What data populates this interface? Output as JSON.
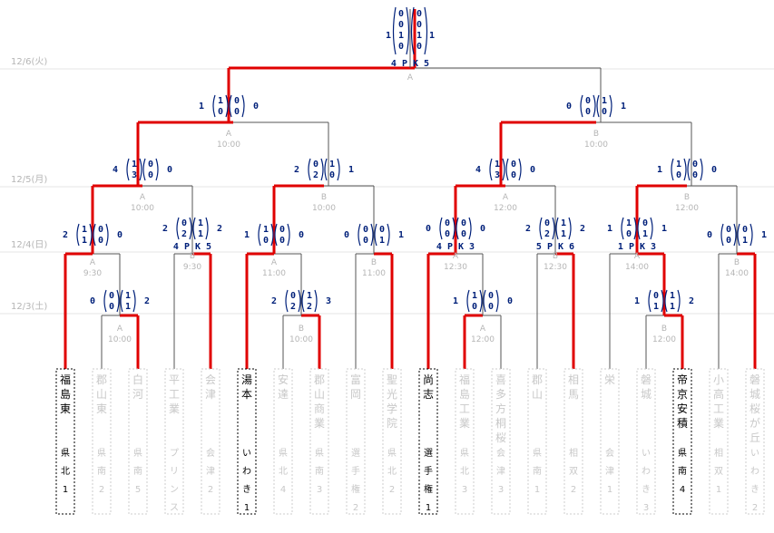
{
  "dates": [
    "12/6(火)",
    "12/5(月)",
    "12/4(日)",
    "12/3(土)"
  ],
  "teams": [
    {
      "name": "福島東",
      "region": "県北1",
      "win": true
    },
    {
      "name": "郡山東",
      "region": "県南2",
      "win": false
    },
    {
      "name": "白河",
      "region": "県南5",
      "win": false
    },
    {
      "name": "平工業",
      "region": "プリンス",
      "win": false
    },
    {
      "name": "会津",
      "region": "会津2",
      "win": false
    },
    {
      "name": "湯本",
      "region": "いわき1",
      "win": true
    },
    {
      "name": "安達",
      "region": "県北4",
      "win": false
    },
    {
      "name": "郡山商業",
      "region": "県南3",
      "win": false
    },
    {
      "name": "富岡",
      "region": "選手権2",
      "win": false
    },
    {
      "name": "聖光学院",
      "region": "県北2",
      "win": false
    },
    {
      "name": "尚志",
      "region": "選手権1",
      "win": true
    },
    {
      "name": "福島工業",
      "region": "県北3",
      "win": false
    },
    {
      "name": "喜多方桐桜",
      "region": "会津3",
      "win": false
    },
    {
      "name": "郡山",
      "region": "県南1",
      "win": false
    },
    {
      "name": "相馬",
      "region": "相双2",
      "win": false
    },
    {
      "name": "栄",
      "region": "会津1",
      "win": false
    },
    {
      "name": "磐城",
      "region": "いわき3",
      "win": false
    },
    {
      "name": "帝京安積",
      "region": "県南4",
      "win": true
    },
    {
      "name": "小高工業",
      "region": "相双1",
      "win": false
    },
    {
      "name": "磐城桜が丘",
      "region": "いわき2",
      "win": false
    }
  ],
  "matches": [
    {
      "id": "r1a",
      "venue": "10:00",
      "lt": "0",
      "lb": "0",
      "rt": "1",
      "rb": "1",
      "ls": "0",
      "rs": "2",
      "pk": ""
    },
    {
      "id": "r1b",
      "venue": "10:00",
      "lt": "0",
      "lb": "2",
      "rt": "1",
      "rb": "2",
      "ls": "2",
      "rs": "3",
      "pk": ""
    },
    {
      "id": "r1c",
      "venue": "12:00",
      "lt": "1",
      "lb": "0",
      "rt": "0",
      "rb": "0",
      "ls": "1",
      "rs": "0",
      "pk": ""
    },
    {
      "id": "r1d",
      "venue": "12:00",
      "lt": "0",
      "lb": "1",
      "rt": "1",
      "rb": "1",
      "ls": "1",
      "rs": "2",
      "pk": ""
    },
    {
      "id": "r2a",
      "venue": "9:30",
      "lt": "1",
      "lb": "1",
      "rt": "0",
      "rb": "0",
      "ls": "2",
      "rs": "0",
      "pk": ""
    },
    {
      "id": "r2b",
      "venue": "9:30",
      "lt": "0",
      "lb": "2",
      "rt": "1",
      "rb": "1",
      "ls": "2",
      "rs": "2",
      "pk": "4 P K 5"
    },
    {
      "id": "r2c",
      "venue": "11:00",
      "lt": "1",
      "lb": "0",
      "rt": "0",
      "rb": "0",
      "ls": "1",
      "rs": "0",
      "pk": ""
    },
    {
      "id": "r2d",
      "venue": "11:00",
      "lt": "0",
      "lb": "0",
      "rt": "0",
      "rb": "1",
      "ls": "0",
      "rs": "1",
      "pk": ""
    },
    {
      "id": "r2e",
      "venue": "12:30",
      "lt": "0",
      "lb": "0",
      "rt": "0",
      "rb": "0",
      "ls": "0",
      "rs": "0",
      "pk": "4 P K 3"
    },
    {
      "id": "r2f",
      "venue": "12:30",
      "lt": "0",
      "lb": "2",
      "rt": "1",
      "rb": "1",
      "ls": "2",
      "rs": "2",
      "pk": "5 P K 6"
    },
    {
      "id": "r2g",
      "venue": "14:00",
      "lt": "1",
      "lb": "0",
      "rt": "0",
      "rb": "1",
      "ls": "1",
      "rs": "1",
      "pk": "1 P K 3"
    },
    {
      "id": "r2h",
      "venue": "14:00",
      "lt": "0",
      "lb": "0",
      "rt": "0",
      "rb": "1",
      "ls": "0",
      "rs": "1",
      "pk": ""
    },
    {
      "id": "r3a",
      "venue": "10:00",
      "lt": "1",
      "lb": "3",
      "rt": "0",
      "rb": "0",
      "ls": "4",
      "rs": "0",
      "pk": ""
    },
    {
      "id": "r3b",
      "venue": "10:00",
      "lt": "0",
      "lb": "2",
      "rt": "1",
      "rb": "0",
      "ls": "2",
      "rs": "1",
      "pk": ""
    },
    {
      "id": "r3c",
      "venue": "12:00",
      "lt": "1",
      "lb": "3",
      "rt": "0",
      "rb": "0",
      "ls": "4",
      "rs": "0",
      "pk": ""
    },
    {
      "id": "r3d",
      "venue": "12:00",
      "lt": "1",
      "lb": "0",
      "rt": "0",
      "rb": "0",
      "ls": "1",
      "rs": "0",
      "pk": ""
    },
    {
      "id": "sfa",
      "venue": "10:00",
      "lt": "1",
      "lb": "0",
      "rt": "0",
      "rb": "0",
      "ls": "1",
      "rs": "0",
      "pk": ""
    },
    {
      "id": "sfb",
      "venue": "10:00",
      "lt": "0",
      "lb": "0",
      "rt": "1",
      "rb": "0",
      "ls": "0",
      "rs": "1",
      "pk": ""
    },
    {
      "id": "final",
      "venue": "",
      "lt": "0",
      "lb": "0",
      "rt": "0",
      "rb": "0",
      "ls": "1",
      "rs": "1",
      "pk": "4 P K 5",
      "rows": [
        [
          "0",
          "0"
        ],
        [
          "0",
          "0"
        ],
        [
          "1",
          "1"
        ],
        [
          "0",
          "0"
        ]
      ]
    }
  ],
  "court_labels": {
    "r1a": "A",
    "r1b": "B",
    "r1c": "A",
    "r1d": "B",
    "r2a": "A",
    "r2b": "B",
    "r2c": "A",
    "r2d": "B",
    "r2e": "A",
    "r2f": "B",
    "r2g": "A",
    "r2h": "B",
    "r3a": "A",
    "r3b": "B",
    "r3c": "A",
    "r3d": "B",
    "sfa": "A",
    "sfb": "B",
    "final": "A"
  }
}
